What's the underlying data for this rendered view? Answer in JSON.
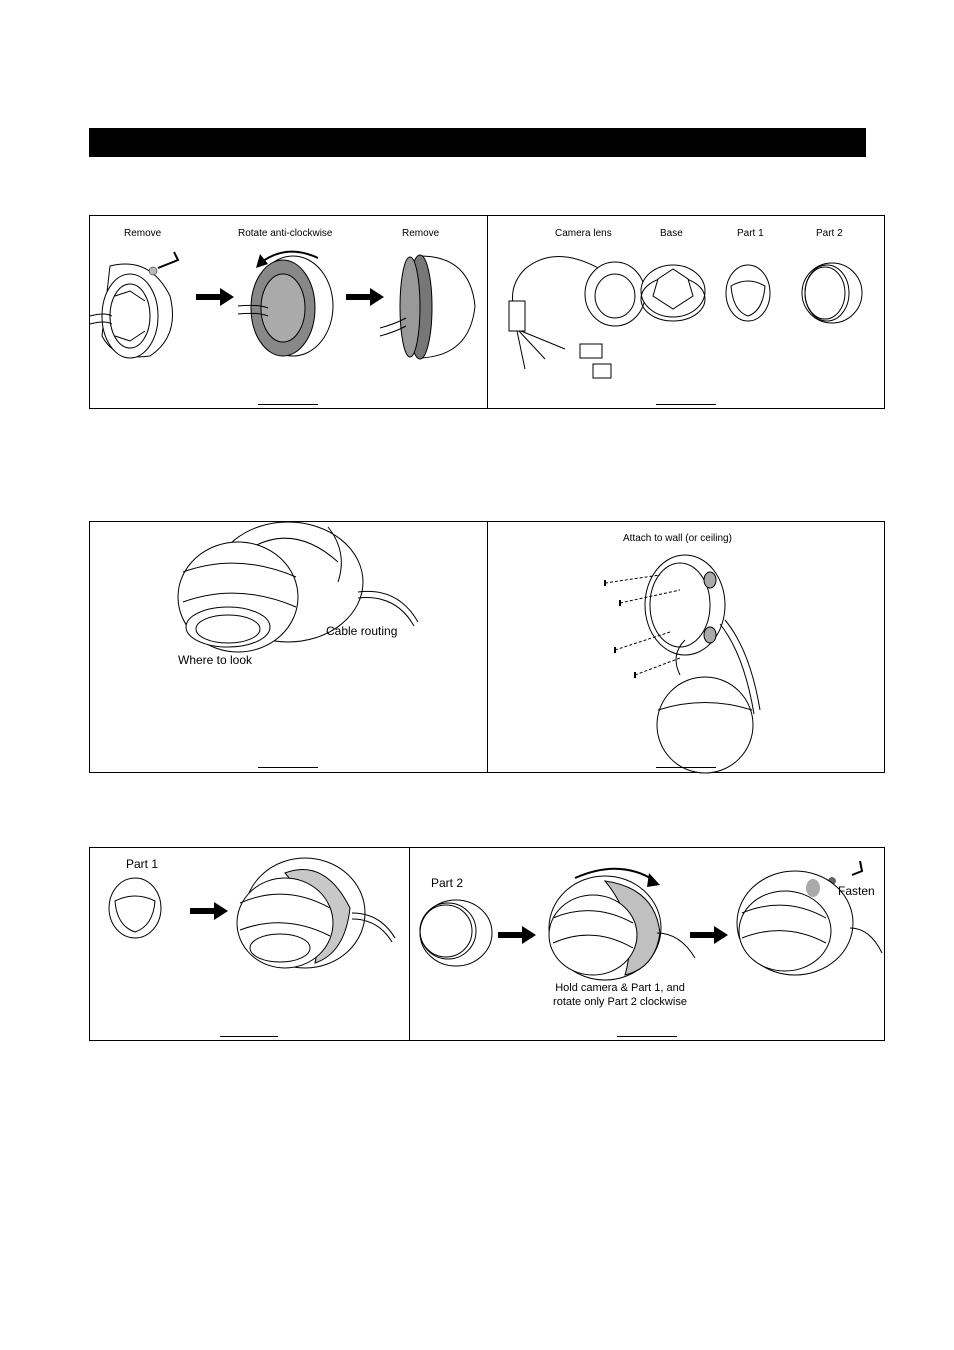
{
  "panel1": {
    "left": {
      "remove_1": "Remove",
      "rotate": "Rotate anti-clockwise",
      "remove_2": "Remove"
    },
    "right": {
      "camera_lens": "Camera lens",
      "base": "Base",
      "part1": "Part 1",
      "part2": "Part 2"
    }
  },
  "panel2": {
    "left": {
      "cable_routing": "Cable routing",
      "where_to_look": "Where to look"
    },
    "right": {
      "attach": "Attach to wall (or ceiling)"
    }
  },
  "panel3": {
    "left": {
      "part1": "Part 1"
    },
    "right": {
      "part2": "Part 2",
      "instruction_line1": "Hold camera & Part 1, and",
      "instruction_line2": "rotate only Part 2 clockwise",
      "fasten": "Fasten"
    }
  }
}
